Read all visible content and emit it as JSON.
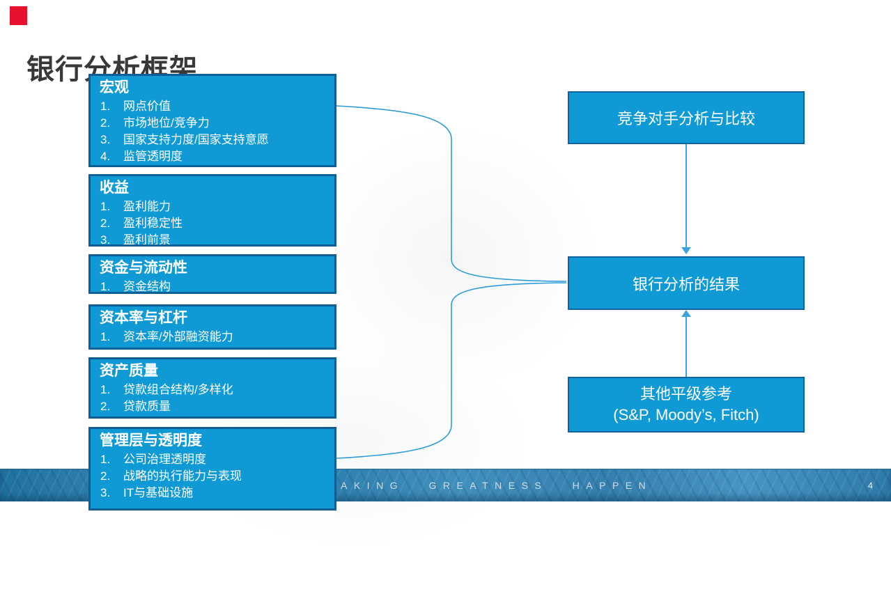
{
  "slide": {
    "title": "银行分析框架",
    "footer_text": "AKING GREATNESS HAPPEN",
    "page_number": "4"
  },
  "left_boxes": [
    {
      "slug": "macro",
      "heading": "宏观",
      "items": [
        "网点价值",
        "市场地位/竞争力",
        "国家支持力度/国家支持意愿",
        "监管透明度"
      ]
    },
    {
      "slug": "earnings",
      "heading": "收益",
      "items": [
        "盈利能力",
        "盈利稳定性",
        "盈利前景"
      ]
    },
    {
      "slug": "funding-liquidity",
      "heading": "资金与流动性",
      "items": [
        "资金结构"
      ]
    },
    {
      "slug": "capital-leverage",
      "heading": "资本率与杠杆",
      "items": [
        "资本率/外部融资能力"
      ]
    },
    {
      "slug": "asset-quality",
      "heading": "资产质量",
      "items": [
        "贷款组合结构/多样化",
        "贷款质量"
      ]
    },
    {
      "slug": "management-transparency",
      "heading": "管理层与透明度",
      "items": [
        "公司治理透明度",
        "战略的执行能力与表现",
        "IT与基础设施"
      ]
    }
  ],
  "right_boxes": [
    {
      "label": "竞争对手分析与比较"
    },
    {
      "label": "银行分析的结果"
    },
    {
      "label": "其他平级参考\n(S&P, Moody’s, Fitch)"
    }
  ],
  "colors": {
    "box_fill": "#0F9AD6",
    "box_border": "#0F5F97",
    "connector_blue": "#2E9BD9",
    "arrow_blue": "#3DA3DC",
    "accent_red": "#E8112D",
    "title_text": "#383838"
  }
}
